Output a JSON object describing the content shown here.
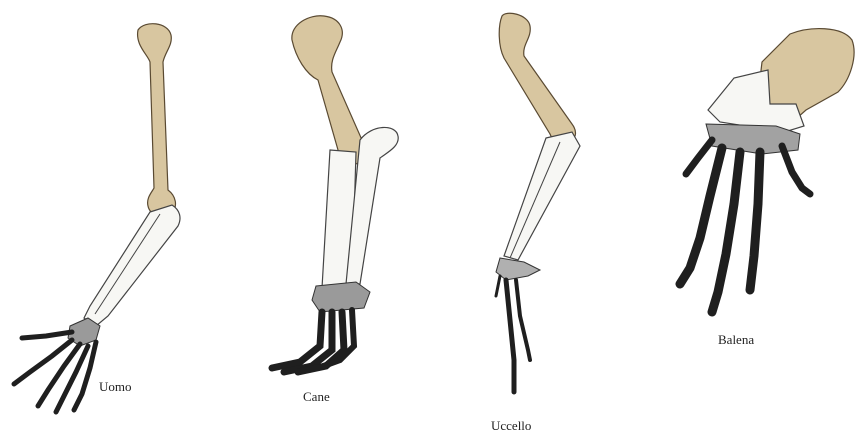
{
  "colors": {
    "humerus": "#d8c6a0",
    "humerus_stroke": "#5a4a32",
    "forearm": "#f7f7f4",
    "forearm_stroke": "#444444",
    "carpal": "#9a9a9a",
    "hand": "#2f2f2f",
    "background": "#ffffff"
  },
  "labels": {
    "human": "Uomo",
    "dog": "Cane",
    "bird": "Uccello",
    "whale": "Balena"
  }
}
